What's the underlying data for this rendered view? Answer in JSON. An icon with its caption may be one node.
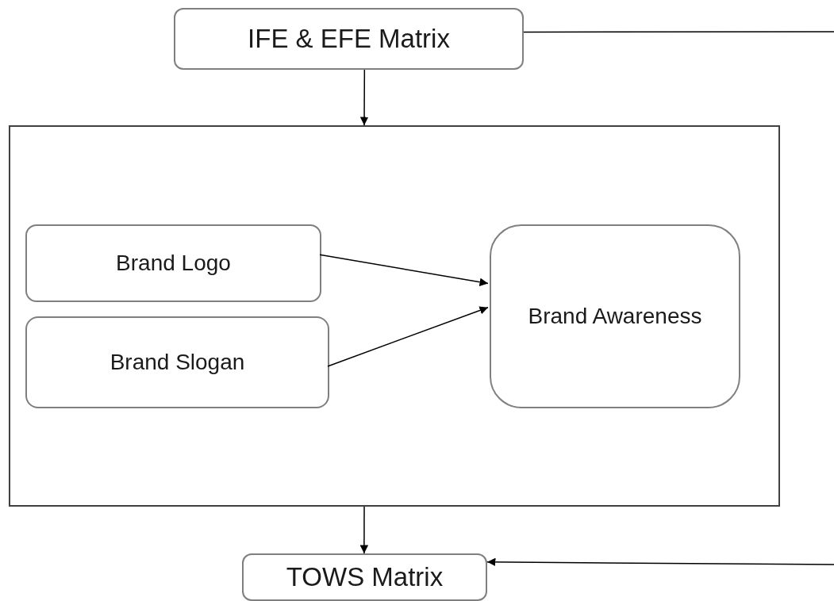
{
  "diagram": {
    "nodes": [
      {
        "text": [
          "IFE & EFE Matrix"
        ]
      },
      {
        "text": [],
        "shape": "box"
      },
      {
        "text": [
          "Brand Logo"
        ],
        "in": 1
      },
      {
        "text": [
          "Brand Slogan"
        ],
        "in": 1
      },
      {
        "text": [
          "Brand Awareness"
        ],
        "in": 1
      },
      {
        "text": [
          "TOWS Matrix"
        ]
      }
    ],
    "edges": [
      {
        "from": 0,
        "to": 1,
        "arrow": "to"
      },
      {
        "from": 2,
        "to": 4,
        "arrow": "to"
      },
      {
        "from": 3,
        "to": 4,
        "arrow": "to"
      },
      {
        "from": 1,
        "to": 5,
        "arrow": "to"
      },
      {
        "from": 0,
        "to": null,
        "arrow": "none"
      },
      {
        "from": null,
        "to": 5,
        "arrow": "to"
      }
    ]
  }
}
